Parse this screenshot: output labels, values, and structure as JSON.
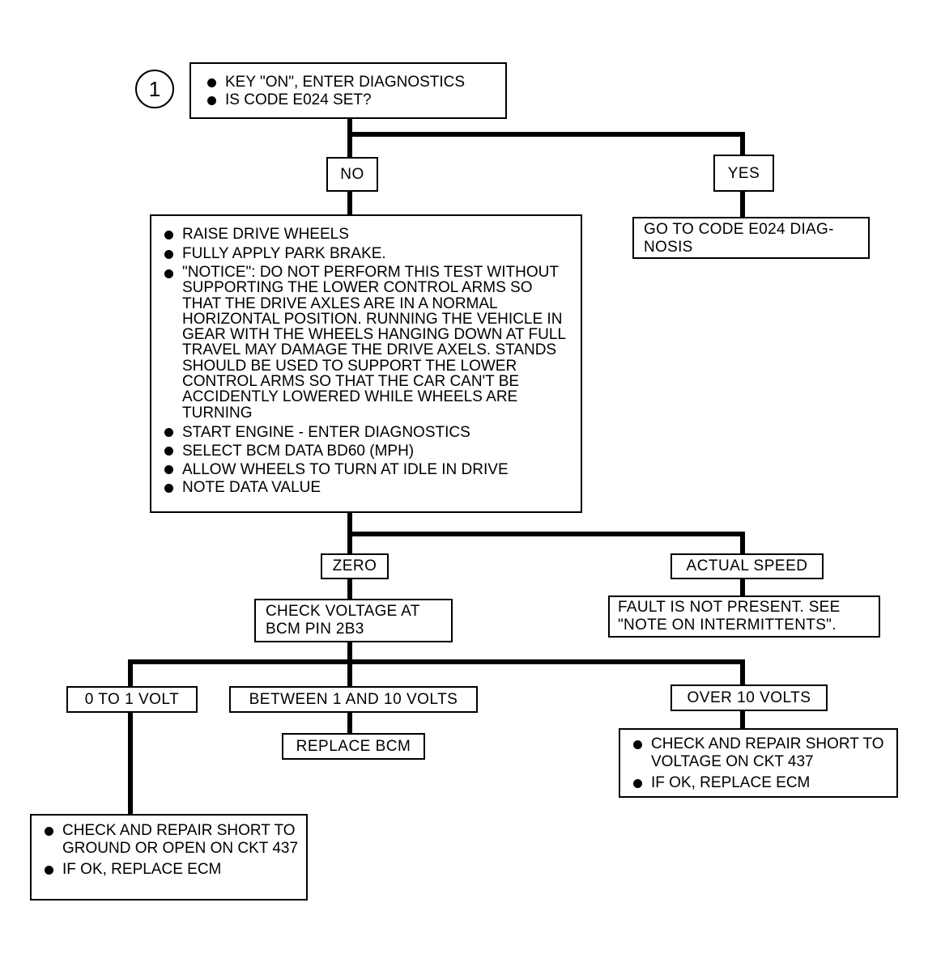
{
  "step_number": "1",
  "start_box": {
    "items": [
      "KEY \"ON\", ENTER DIAGNOSTICS",
      "IS CODE E024 SET?"
    ]
  },
  "branch_no": "NO",
  "branch_yes": "YES",
  "yes_result": "GO TO CODE E024 DIAG-\nNOSIS",
  "test_box": {
    "items": [
      "RAISE DRIVE WHEELS",
      "FULLY APPLY PARK BRAKE.",
      "\"NOTICE\": DO NOT PERFORM THIS TEST WITHOUT SUPPORTING THE LOWER CONTROL ARMS SO THAT THE DRIVE AXLES ARE IN A NORMAL HORIZONTAL POSITION. RUNNING THE VEHICLE IN GEAR WITH THE WHEELS HANGING DOWN AT FULL TRAVEL MAY DAMAGE THE DRIVE AXELS. STANDS SHOULD BE USED TO SUPPORT THE LOWER CONTROL ARMS SO THAT THE CAR CAN'T BE ACCIDENTLY LOWERED WHILE WHEELS ARE TURNING",
      "START ENGINE - ENTER DIAGNOSTICS",
      "SELECT BCM DATA BD60 (MPH)",
      "ALLOW WHEELS TO TURN AT IDLE IN DRIVE",
      "NOTE DATA VALUE"
    ]
  },
  "branch_zero": "ZERO",
  "branch_actual_speed": "ACTUAL SPEED",
  "check_voltage": "CHECK VOLTAGE AT\nBCM PIN 2B3",
  "fault_not_present": "FAULT IS NOT PRESENT. SEE\n\"NOTE ON INTERMITTENTS\".",
  "branch_0_to_1": "0 TO 1 VOLT",
  "branch_1_to_10": "BETWEEN 1 AND 10 VOLTS",
  "branch_over_10": "OVER 10 VOLTS",
  "replace_bcm": "REPLACE BCM",
  "over10_box": {
    "items": [
      "CHECK AND REPAIR SHORT TO VOLTAGE ON  CKT 437",
      "IF OK, REPLACE ECM"
    ]
  },
  "low_box": {
    "items": [
      "CHECK AND REPAIR SHORT TO GROUND OR OPEN ON CKT 437",
      "IF OK, REPLACE ECM"
    ]
  }
}
